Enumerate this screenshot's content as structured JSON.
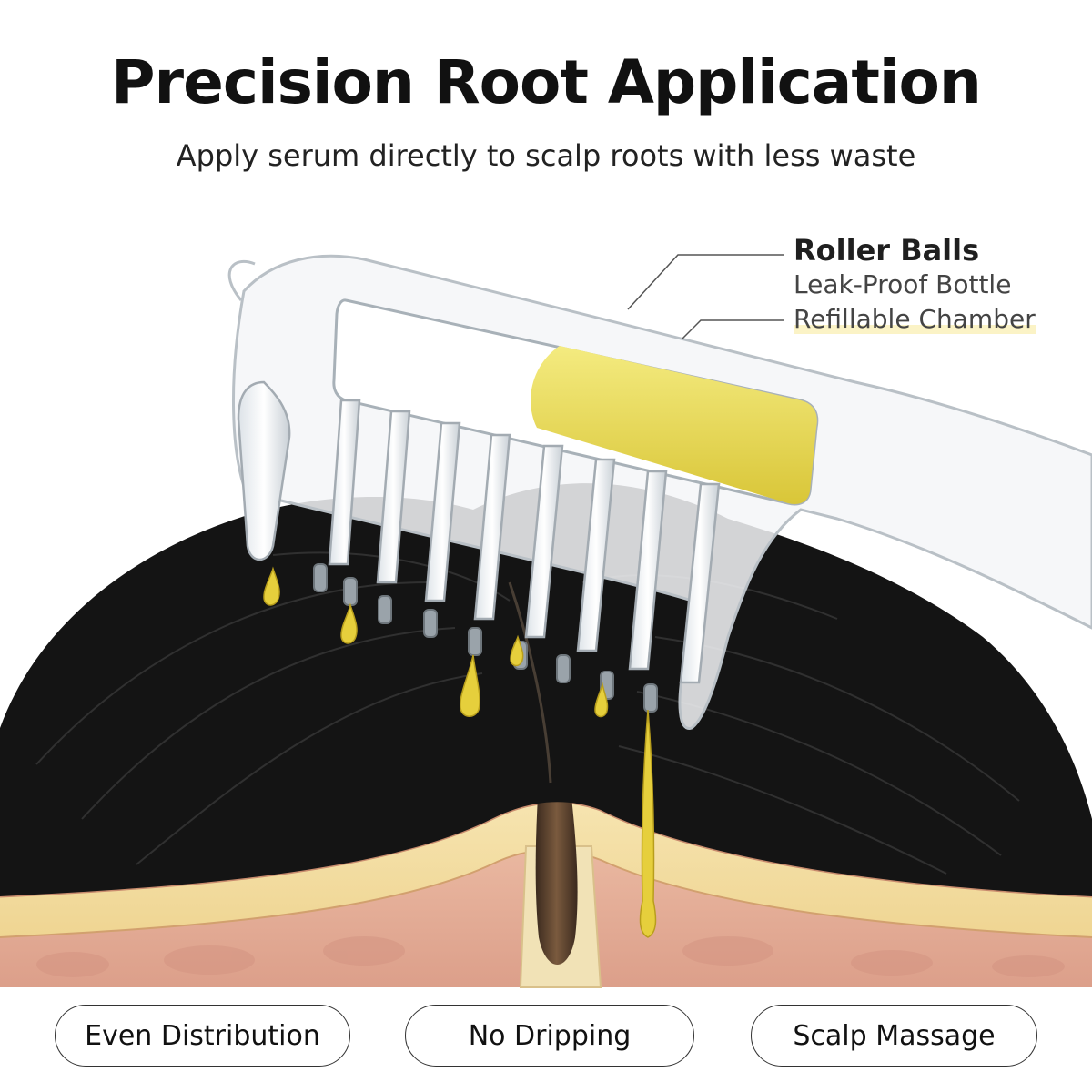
{
  "header": {
    "title": "Precision Root Application",
    "subtitle": "Apply serum directly to scalp roots with less waste"
  },
  "callouts": {
    "title": "Roller Balls",
    "line1": "Leak-Proof Bottle",
    "line2": "Refillable Chamber"
  },
  "features": [
    {
      "label": "Even Distribution"
    },
    {
      "label": "No Dripping"
    },
    {
      "label": "Scalp Massage"
    }
  ],
  "colors": {
    "serum": "#e8d84a",
    "hair": "#141414",
    "skin_fat": "#f3dfa8",
    "skin_dermis": "#e7b3a0",
    "highlight": "#fbf3c6"
  }
}
